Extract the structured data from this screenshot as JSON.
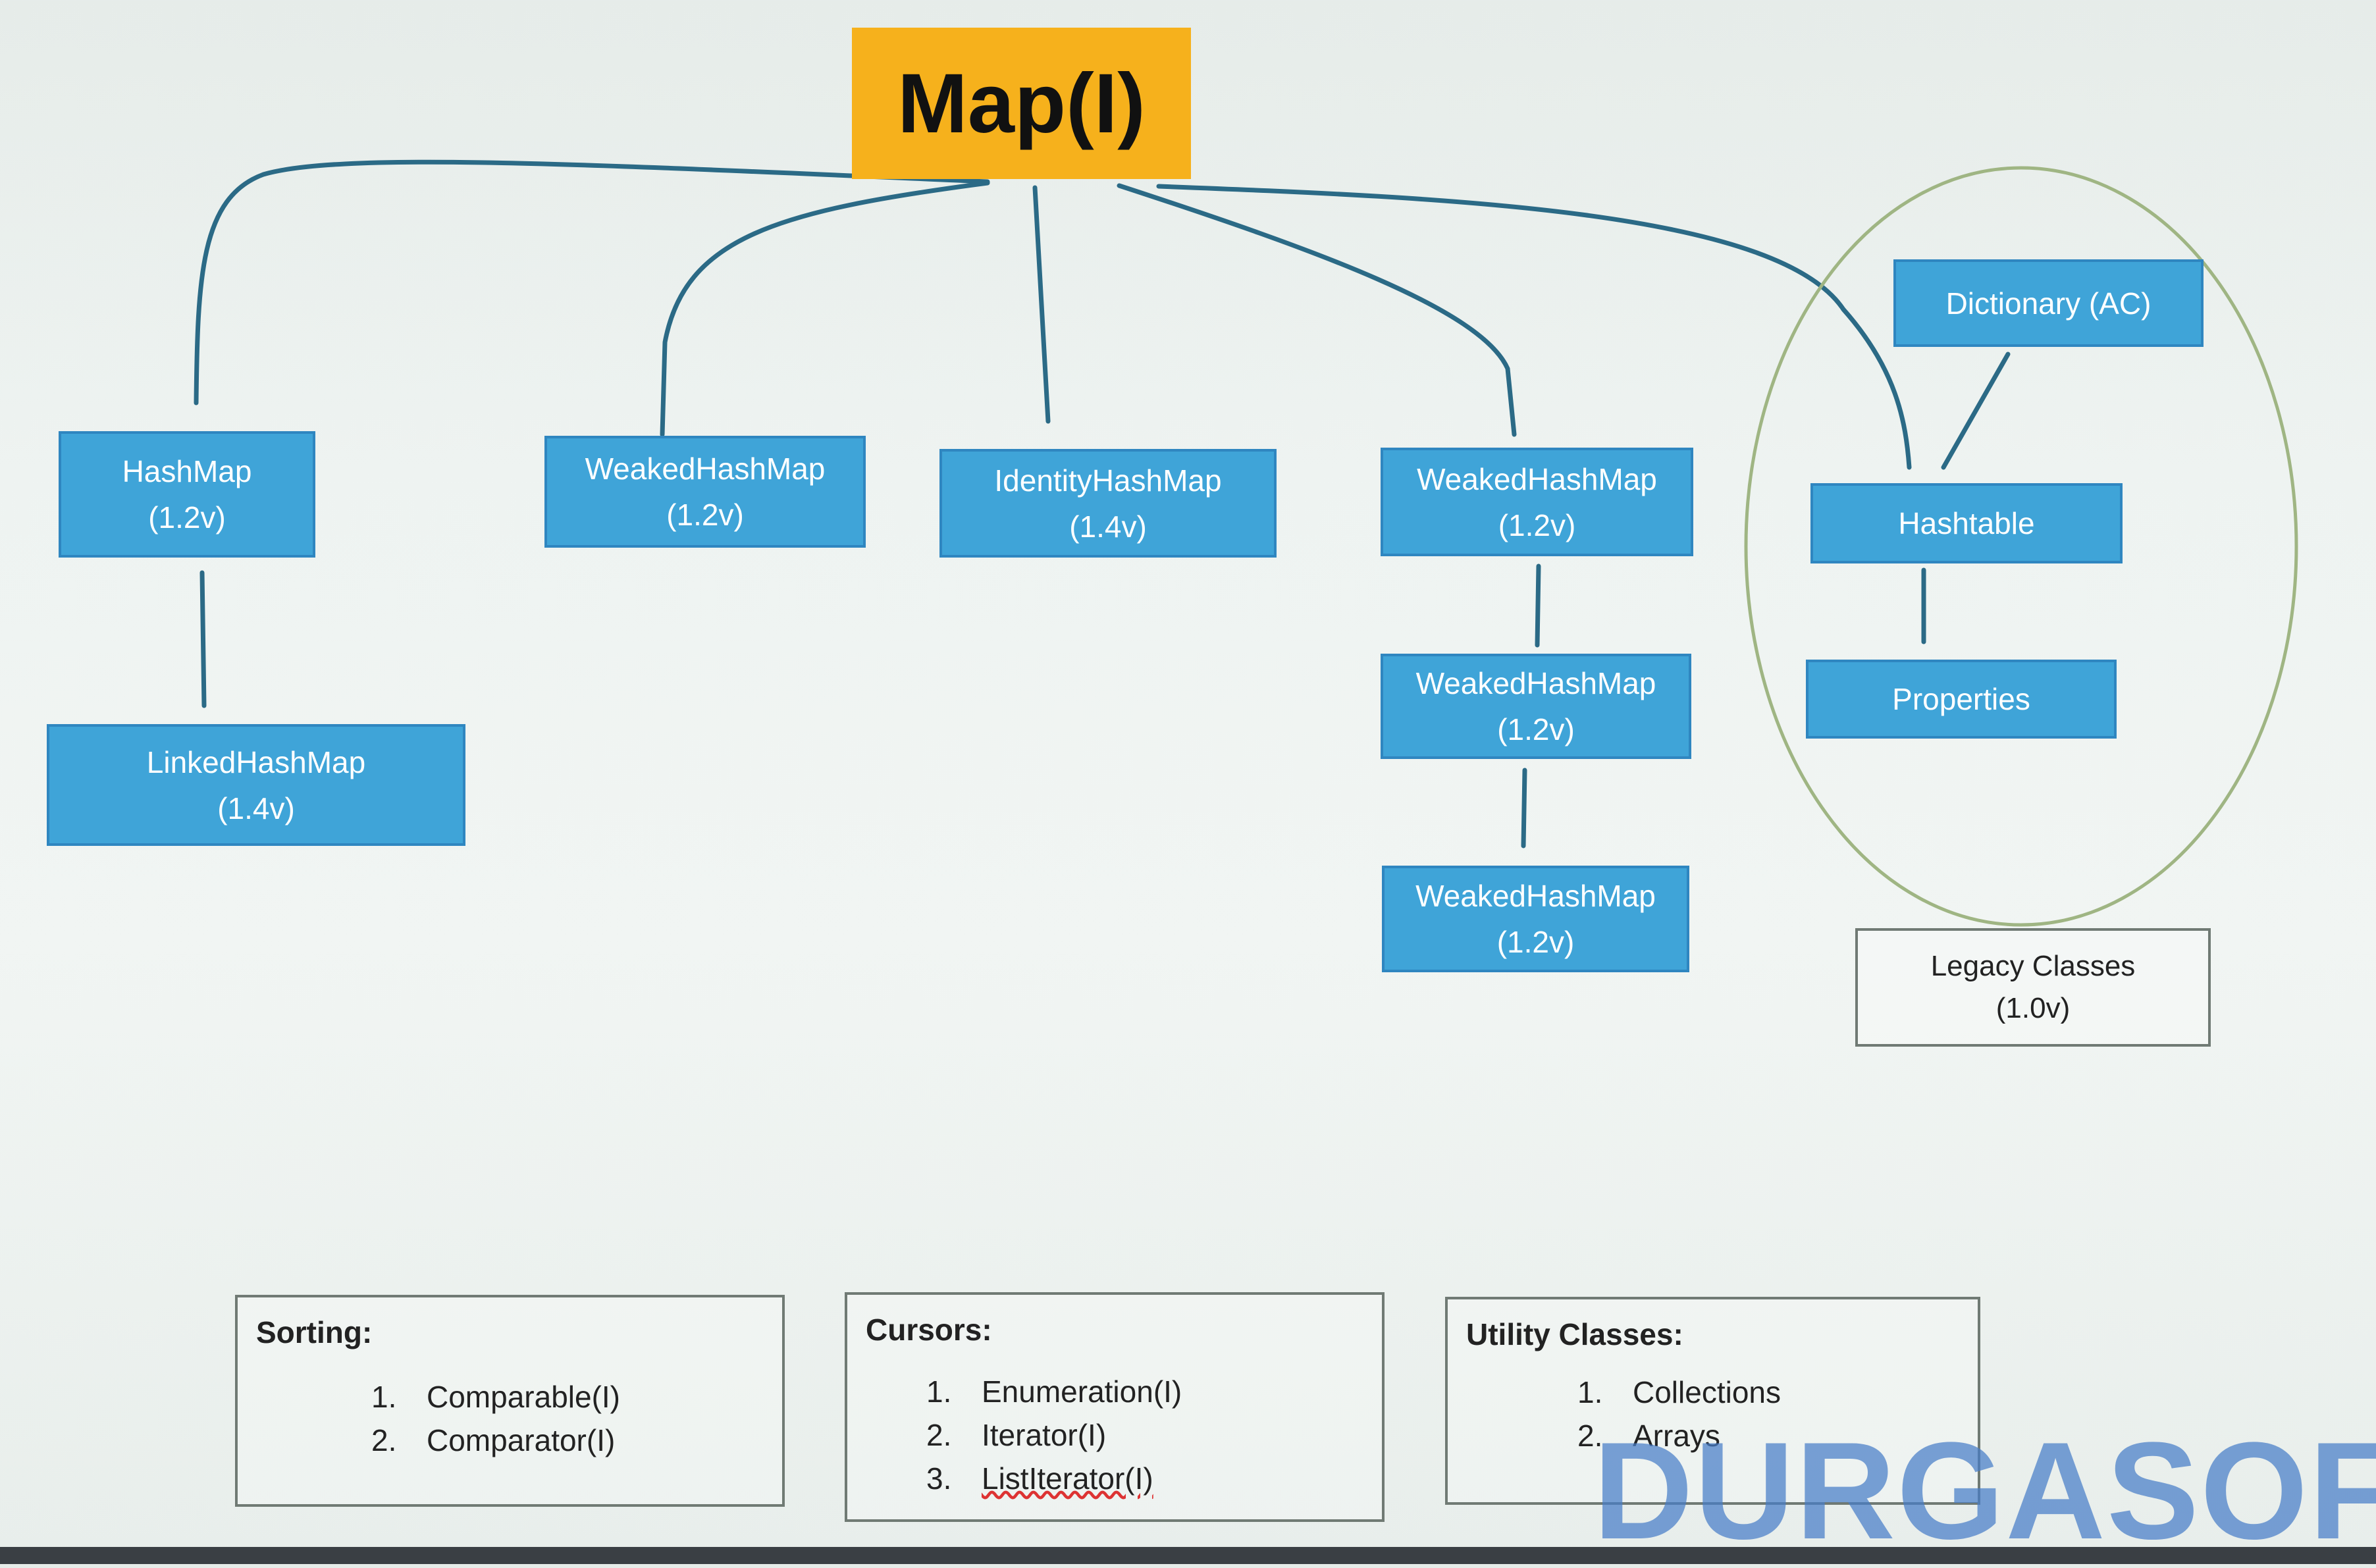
{
  "root": {
    "label": "Map(I)"
  },
  "nodes": {
    "hashmap": {
      "name": "HashMap",
      "version": "(1.2v)"
    },
    "linkedhashmap": {
      "name": "LinkedHashMap",
      "version": "(1.4v)"
    },
    "weakedhashmap_1": {
      "name": "WeakedHashMap",
      "version": "(1.2v)"
    },
    "identityhashmap": {
      "name": "IdentityHashMap",
      "version": "(1.4v)"
    },
    "weakedhashmap_2": {
      "name": "WeakedHashMap",
      "version": "(1.2v)"
    },
    "weakedhashmap_3": {
      "name": "WeakedHashMap",
      "version": "(1.2v)"
    },
    "weakedhashmap_4": {
      "name": "WeakedHashMap",
      "version": "(1.2v)"
    },
    "dictionary": {
      "name": "Dictionary (AC)"
    },
    "hashtable": {
      "name": "Hashtable"
    },
    "properties": {
      "name": "Properties"
    }
  },
  "legacy": {
    "title": "Legacy Classes",
    "version": "(1.0v)"
  },
  "info_boxes": {
    "sorting": {
      "title": "Sorting:",
      "items": [
        "Comparable(I)",
        "Comparator(I)"
      ]
    },
    "cursors": {
      "title": "Cursors:",
      "items": [
        "Enumeration(I)",
        "Iterator(I)",
        "ListIterator(I)"
      ]
    },
    "utility": {
      "title": "Utility Classes:",
      "items": [
        "Collections",
        "Arrays"
      ]
    }
  },
  "watermark": "DURGASOF",
  "colors": {
    "root_fill": "#f6b11c",
    "node_fill": "#3fa4d8",
    "node_border": "#2f86c0",
    "connector": "#2b6a86",
    "legacy_ellipse": "#9fb583",
    "watermark": "#467dc8"
  }
}
